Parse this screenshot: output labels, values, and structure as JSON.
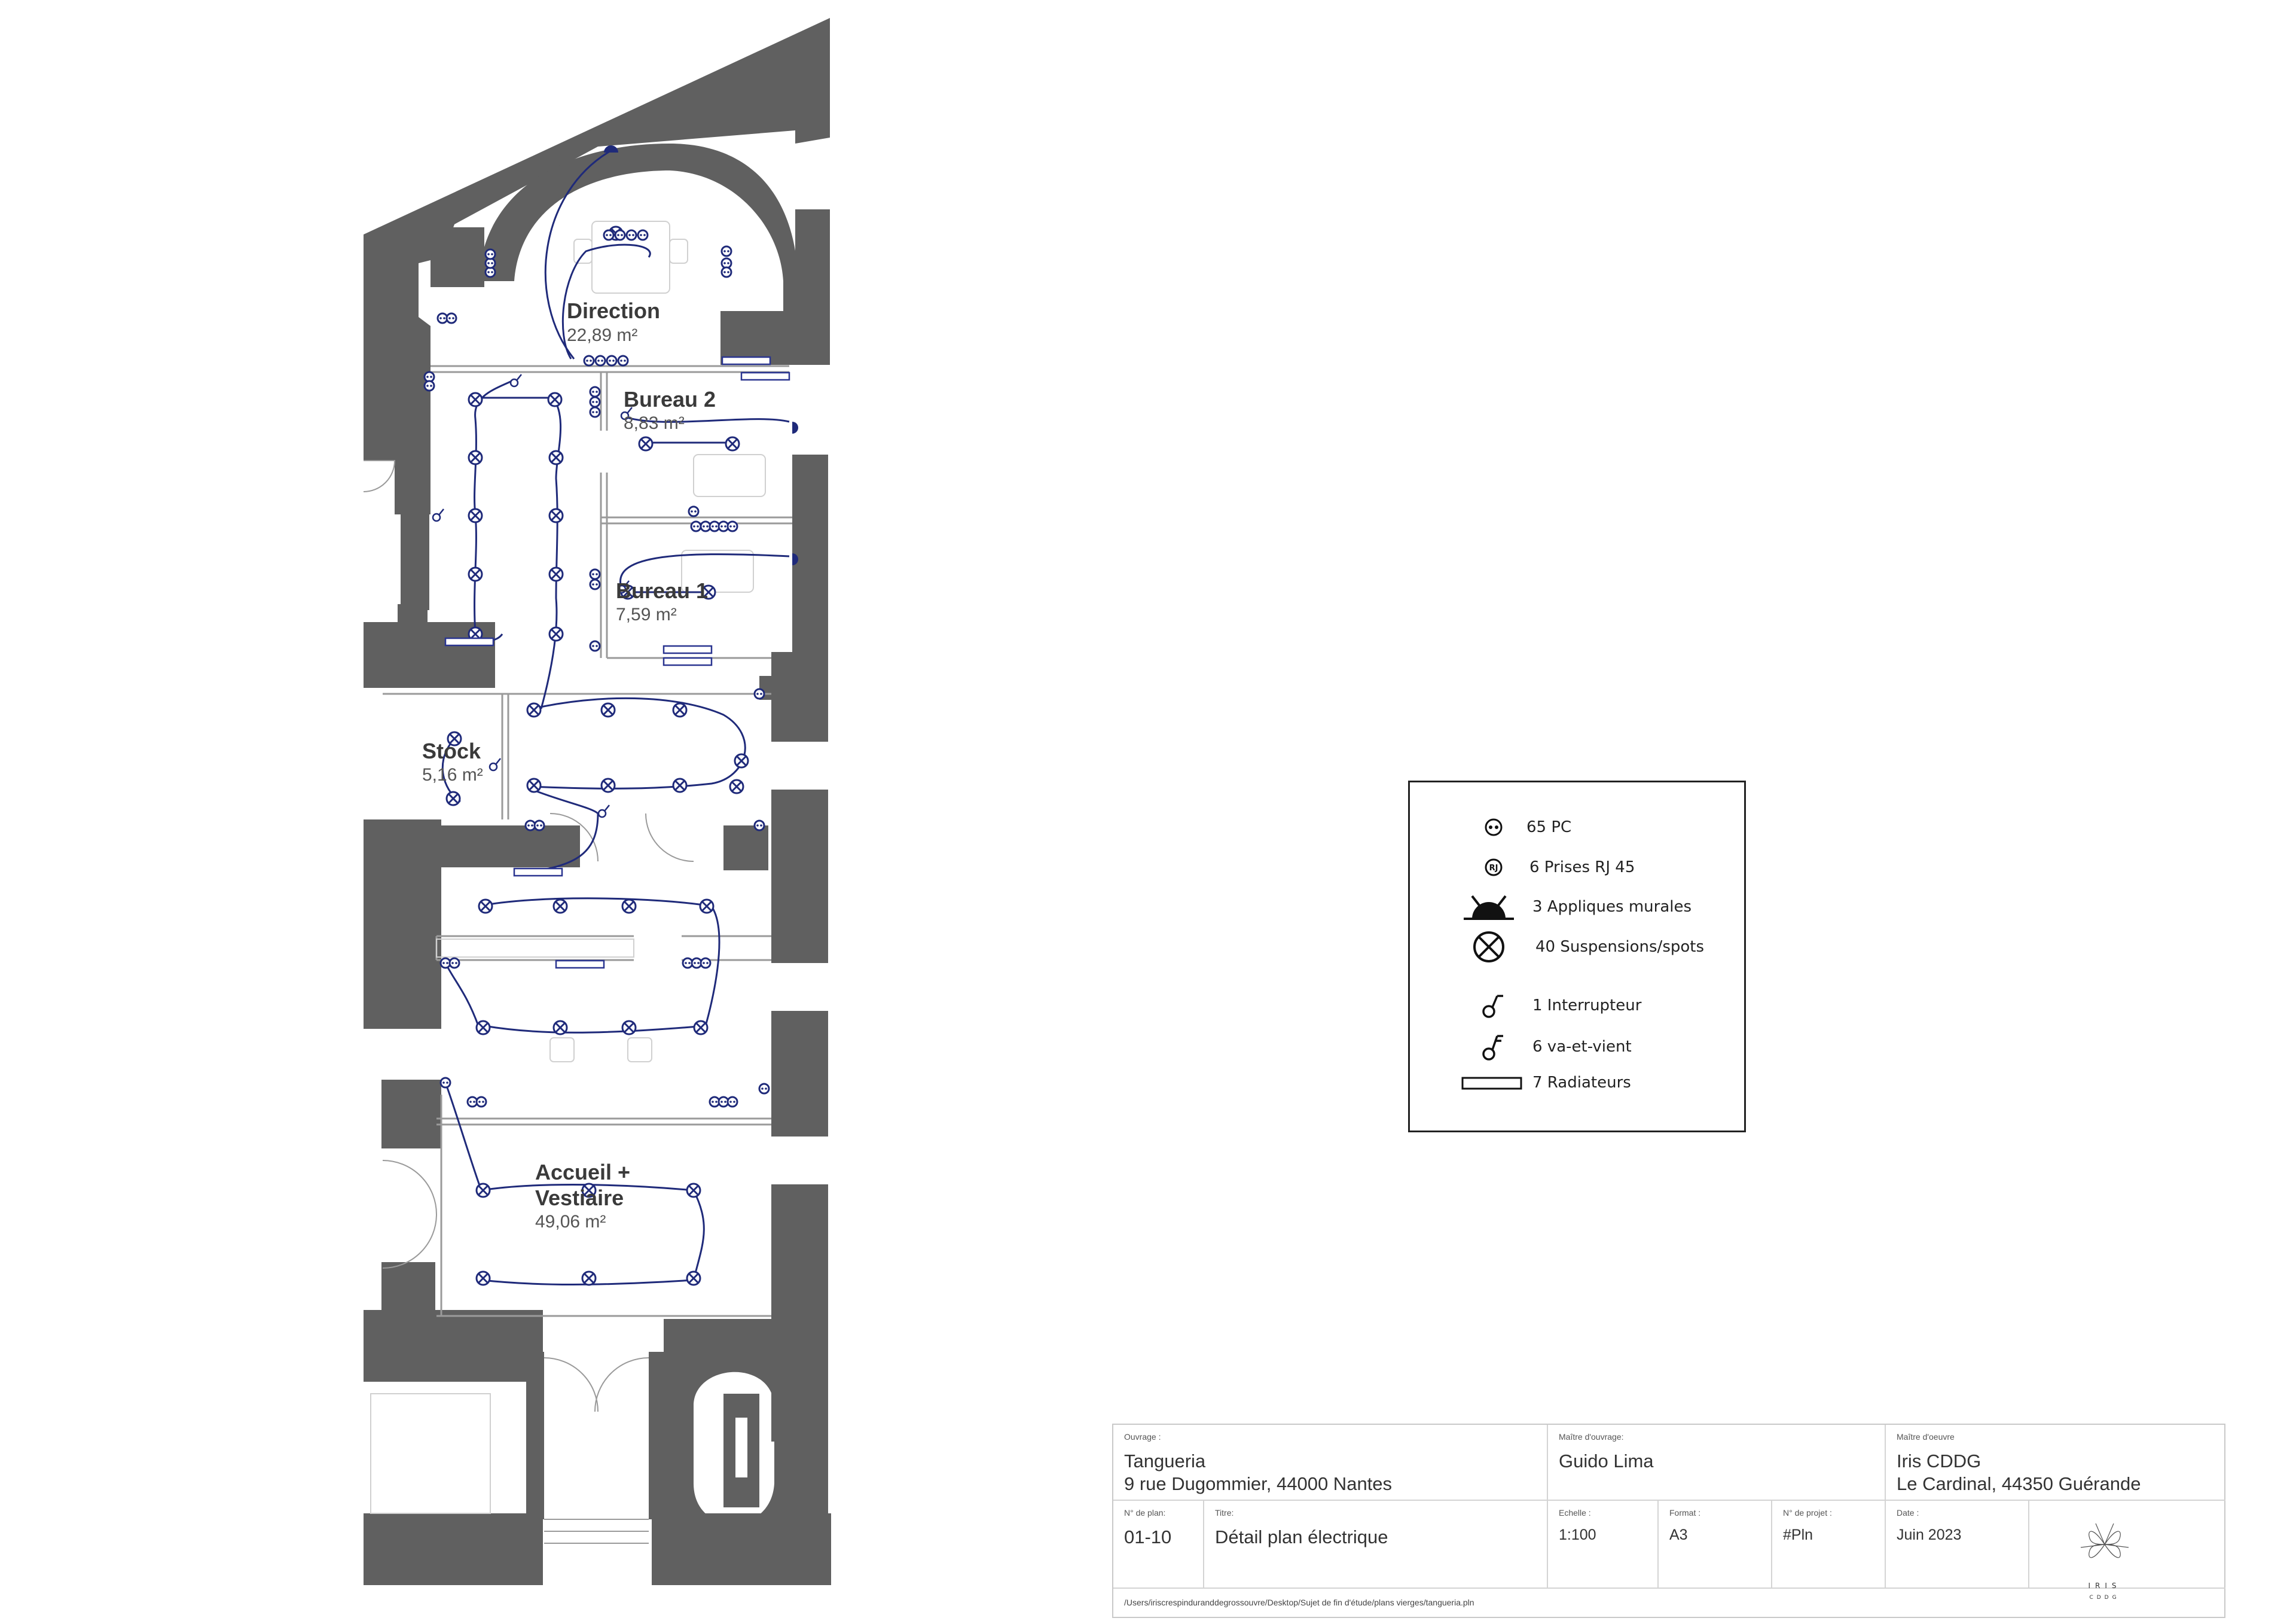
{
  "rooms": {
    "direction": {
      "name": "Direction",
      "area": "22,89 m²"
    },
    "bureau2": {
      "name": "Bureau 2",
      "area": "8,83 m²"
    },
    "bureau1": {
      "name": "Bureau 1",
      "area": "7,59 m²"
    },
    "stock": {
      "name": "Stock",
      "area": "5,16 m²"
    },
    "accueil": {
      "name_line1": "Accueil +",
      "name_line2": "Vestiaire",
      "area": "49,06 m²"
    }
  },
  "legend": {
    "items": [
      {
        "icon": "power-outlet-icon",
        "label": "65 PC"
      },
      {
        "icon": "rj45-outlet-icon",
        "symbol_text": "RJ",
        "label": "6 Prises RJ 45"
      },
      {
        "icon": "wall-light-icon",
        "label": "3 Appliques murales"
      },
      {
        "icon": "ceiling-light-icon",
        "label": "40  Suspensions/spots"
      },
      {
        "icon": "switch-icon",
        "label": "1 Interrupteur"
      },
      {
        "icon": "two-way-switch-icon",
        "label": "6  va-et-vient"
      },
      {
        "icon": "radiator-icon",
        "label": "7 Radiateurs"
      }
    ]
  },
  "title_block": {
    "ouvrage": {
      "label": "Ouvrage :",
      "line1": "Tangueria",
      "line2": "9 rue Dugommier, 44000 Nantes"
    },
    "maitre_ouvrage": {
      "label": "Maître d'ouvrage:",
      "value": "Guido Lima"
    },
    "maitre_oeuvre": {
      "label": "Maître d'oeuvre",
      "line1": "Iris CDDG",
      "line2": "Le Cardinal, 44350 Guérande"
    },
    "plan_no": {
      "label": "N° de plan:",
      "value": "01-10"
    },
    "titre": {
      "label": "Titre:",
      "value": "Détail plan électrique"
    },
    "echelle": {
      "label": "Echelle :",
      "value": "1:100"
    },
    "format": {
      "label": "Format :",
      "value": "A3"
    },
    "projet": {
      "label": "N° de projet :",
      "value": "#Pln"
    },
    "date": {
      "label": "Date :",
      "value": "Juin 2023"
    },
    "logo": {
      "line1": "IRIS",
      "line2": "CDDG"
    },
    "file_path": "/Users/iriscrespinduranddegrossouvre/Desktop/Sujet de fin d'étude/plans vierges/tangueria.pln"
  },
  "colors": {
    "wall": "#606060",
    "wire": "#1f2a7a",
    "radiator": "#2a3590",
    "ink": "#222222"
  }
}
